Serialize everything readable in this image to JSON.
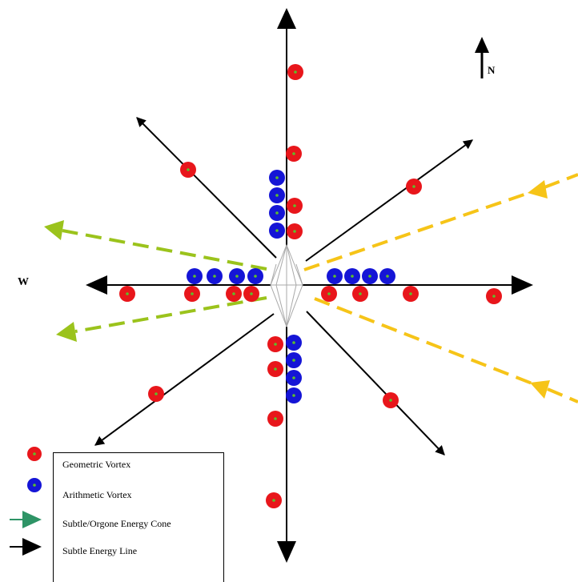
{
  "compass": {
    "north": "N",
    "west": "W"
  },
  "legend": {
    "items": [
      {
        "label": "Geometric Vortex",
        "icon": "red-vortex-icon"
      },
      {
        "label": "Arithmetic Vortex",
        "icon": "blue-vortex-icon"
      },
      {
        "label": "Subtle/Orgone Energy Cone",
        "icon": "green-arrow-icon"
      },
      {
        "label": "Subtle Energy Line",
        "icon": "black-arrow-icon"
      }
    ]
  },
  "colors": {
    "geometric_vortex": "#e8161b",
    "arithmetic_vortex": "#1515d6",
    "vortex_center": "#5cbf2a",
    "orgone_cone_west": "#9bc31c",
    "orgone_cone_east": "#f6c418",
    "legend_cone_arrow": "#2e9466",
    "energy_line": "#000000",
    "center_crystal": "#a9a9a9"
  }
}
